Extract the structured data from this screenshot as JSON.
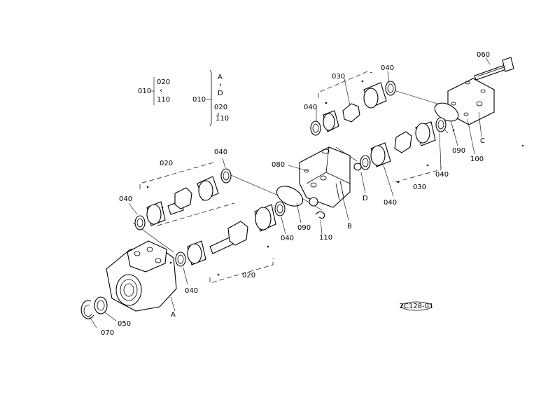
{
  "legend": {
    "group1": {
      "root": "010",
      "items": [
        "020",
        "110"
      ]
    },
    "group2": {
      "root": "010",
      "items": [
        "A",
        "D",
        "020",
        "110"
      ]
    }
  },
  "callouts": {
    "p060": "060",
    "p030_top": "030",
    "p040_top": "040",
    "p040_left_top": "040",
    "p090_right": "090",
    "p100": "100",
    "pC": "C",
    "p040_right": "040",
    "p030_right": "030",
    "p040_mid_right": "040",
    "pD": "D",
    "p080": "080",
    "p090_mid": "090",
    "pB": "B",
    "p110": "110",
    "p040_center": "040",
    "p040_upper_left": "040",
    "p020_upper": "020",
    "p040_far_left": "040",
    "p040_lower": "040",
    "p020_lower": "020",
    "pA": "A",
    "p050": "050",
    "p070": "070"
  },
  "footer": {
    "drawing_code": "2C128-01"
  }
}
